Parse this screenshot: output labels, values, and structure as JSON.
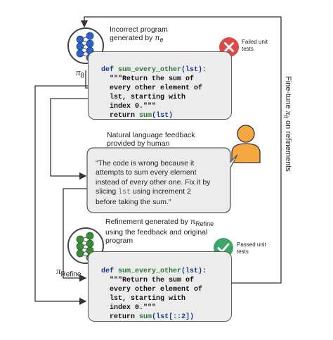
{
  "top_model": {
    "label": "π",
    "sub": "θ",
    "caption_line1": "Incorrect program",
    "caption_line2": "generated by π",
    "caption_sub": "θ",
    "color": "#2d62c7"
  },
  "fail_badge": {
    "text_line1": "Failed unit",
    "text_line2": "tests",
    "color": "#e04848"
  },
  "code1": {
    "def_kw": "def",
    "fn_name": "sum_every_other",
    "arg": "(lst):",
    "doc1": "\"\"\"Return the sum of",
    "doc2": "every other element of",
    "doc3": "lst, starting with",
    "doc4": "index 0.\"\"\"",
    "ret_kw": "return",
    "ret_fn": "sum",
    "ret_arg": "(lst)"
  },
  "feedback": {
    "caption_line1": "Natural language feedback",
    "caption_line2": "provided by human",
    "line1": "\"The code is wrong because it",
    "line2": "attempts to sum every element",
    "line3": "instead of every other one. Fix it by",
    "line4_pre": "slicing ",
    "line4_code": "lst",
    "line4_post": " using increment 2",
    "line5": "before taking the sum.\""
  },
  "refine_model": {
    "label": "π",
    "sub": "Refine",
    "caption_line1": "Refinement generated by π",
    "caption_sub": "Refine",
    "caption_line2": "using the feedback and original",
    "caption_line3": "program",
    "color": "#3c8a3c"
  },
  "pass_badge": {
    "text_line1": "Passed unit",
    "text_line2": "tests",
    "color": "#3aa66a"
  },
  "code2": {
    "def_kw": "def",
    "fn_name": "sum_every_other",
    "arg": "(lst):",
    "doc1": "\"\"\"Return the sum of",
    "doc2": "every other element of",
    "doc3": "lst, starting with",
    "doc4": "index 0.\"\"\"",
    "ret_kw": "return",
    "ret_fn": "sum",
    "ret_arg": "(lst[::2])"
  },
  "side_label": {
    "pre": "Fine-tune ",
    "pi": "π",
    "sub": "θ",
    "post": " on refinements"
  },
  "person": {
    "icon": "person-icon",
    "color": "#f5a742"
  }
}
